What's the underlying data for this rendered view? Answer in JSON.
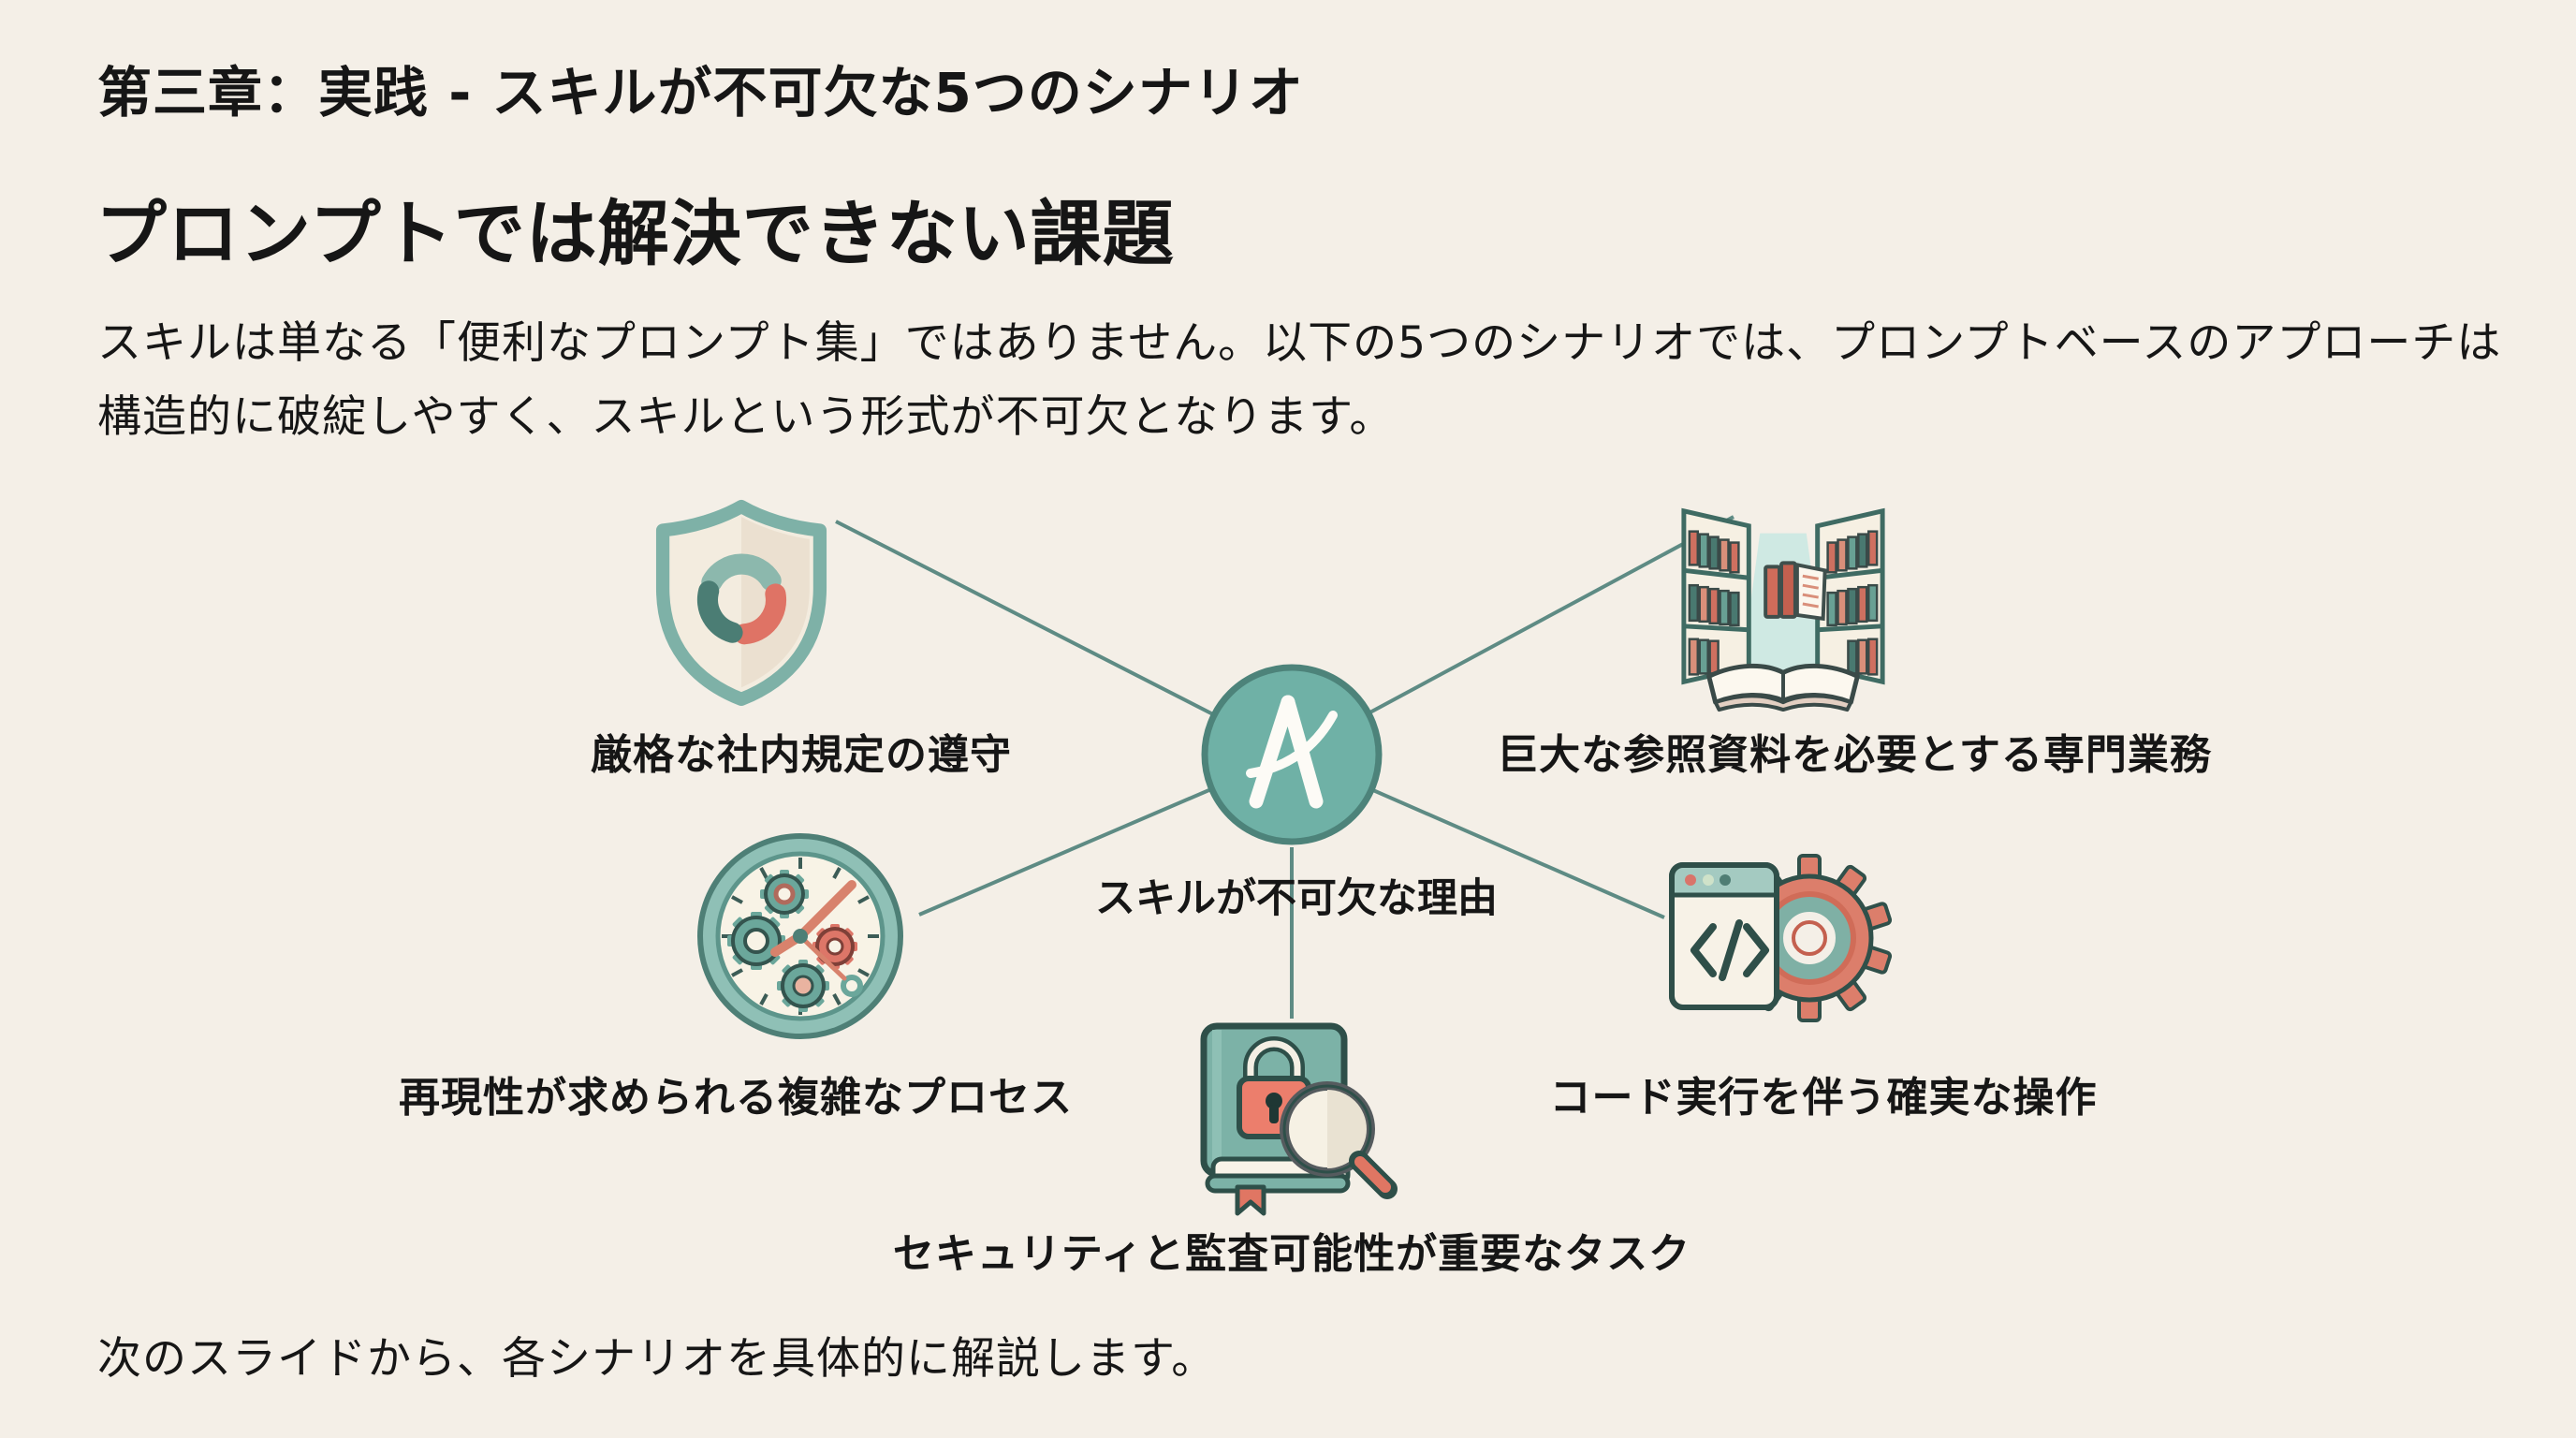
{
  "slide": {
    "kicker": "第三章：実践 - スキルが不可欠な5つのシナリオ",
    "title": "プロンプトでは解決できない課題",
    "body": "スキルは単なる「便利なプロンプト集」ではありません。以下の5つのシナリオでは、プロンプトベースのアプローチは構造的に破綻しやすく、スキルという形式が不可欠となります。",
    "footer": "次のスライドから、各シナリオを具体的に解説します。"
  },
  "diagram": {
    "hub": {
      "icon": "stylized-a-logo-icon",
      "label": "スキルが不可欠な理由"
    },
    "nodes": [
      {
        "position": "top-left",
        "icon": "shield-swirl-icon",
        "label": "厳格な社内規定の遵守"
      },
      {
        "position": "top-right",
        "icon": "library-books-icon",
        "label": "巨大な参照資料を必要とする専門業務"
      },
      {
        "position": "bottom-left",
        "icon": "clock-gears-icon",
        "label": "再現性が求められる複雑なプロセス"
      },
      {
        "position": "bottom-right",
        "icon": "code-window-gear-icon",
        "label": "コード実行を伴う確実な操作"
      },
      {
        "position": "bottom-center",
        "icon": "locked-book-magnifier-icon",
        "label": "セキュリティと監査可能性が重要なタスク"
      }
    ]
  },
  "colors": {
    "background": "#f4efe7",
    "text": "#161616",
    "teal": "#6fb1a6",
    "teal_dark": "#47776f",
    "coral": "#e07a69",
    "connector": "#5e8b84"
  }
}
